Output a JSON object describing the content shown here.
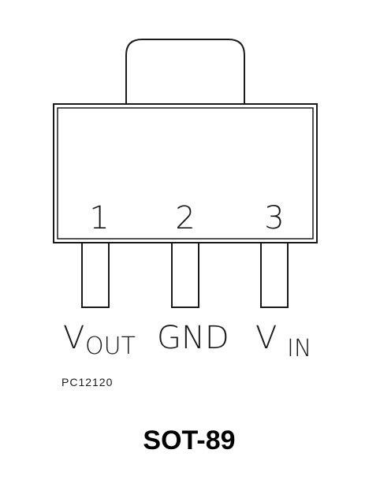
{
  "package": {
    "pins": [
      {
        "number": "1",
        "label_main": "V",
        "label_sub": "OUT"
      },
      {
        "number": "2",
        "label_main": "GND",
        "label_sub": ""
      },
      {
        "number": "3",
        "label_main": "V",
        "label_sub": "IN"
      }
    ],
    "drawing_code": "PC12120",
    "title": "SOT-89"
  },
  "colors": {
    "stroke": "#1a1a1a",
    "background": "#ffffff"
  }
}
